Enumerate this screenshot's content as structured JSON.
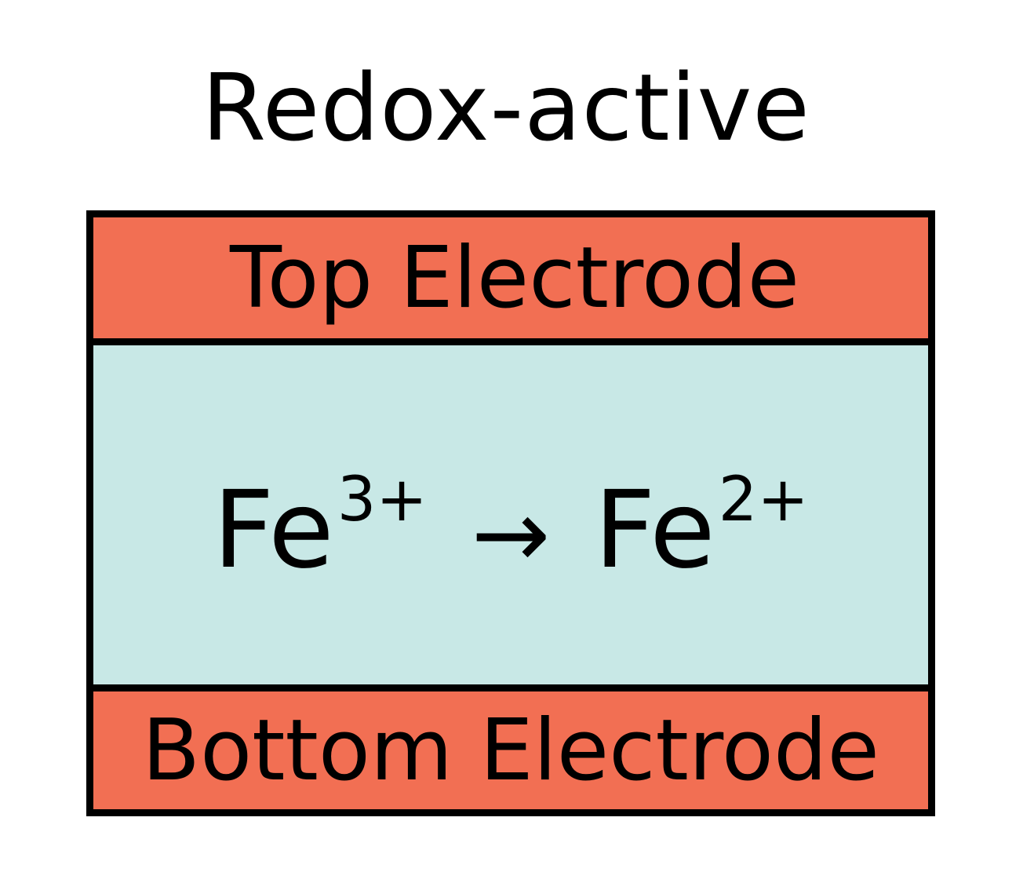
{
  "title": "Redox-active",
  "layers": {
    "top": {
      "label": "Top Electrode"
    },
    "middle": {
      "reactant": {
        "element": "Fe",
        "charge": "3+"
      },
      "arrow": "→",
      "product": {
        "element": "Fe",
        "charge": "2+"
      }
    },
    "bottom": {
      "label": "Bottom Electrode"
    }
  },
  "colors": {
    "electrode": "#f26f53",
    "active_layer": "#c8e8e6",
    "border": "#000000"
  }
}
